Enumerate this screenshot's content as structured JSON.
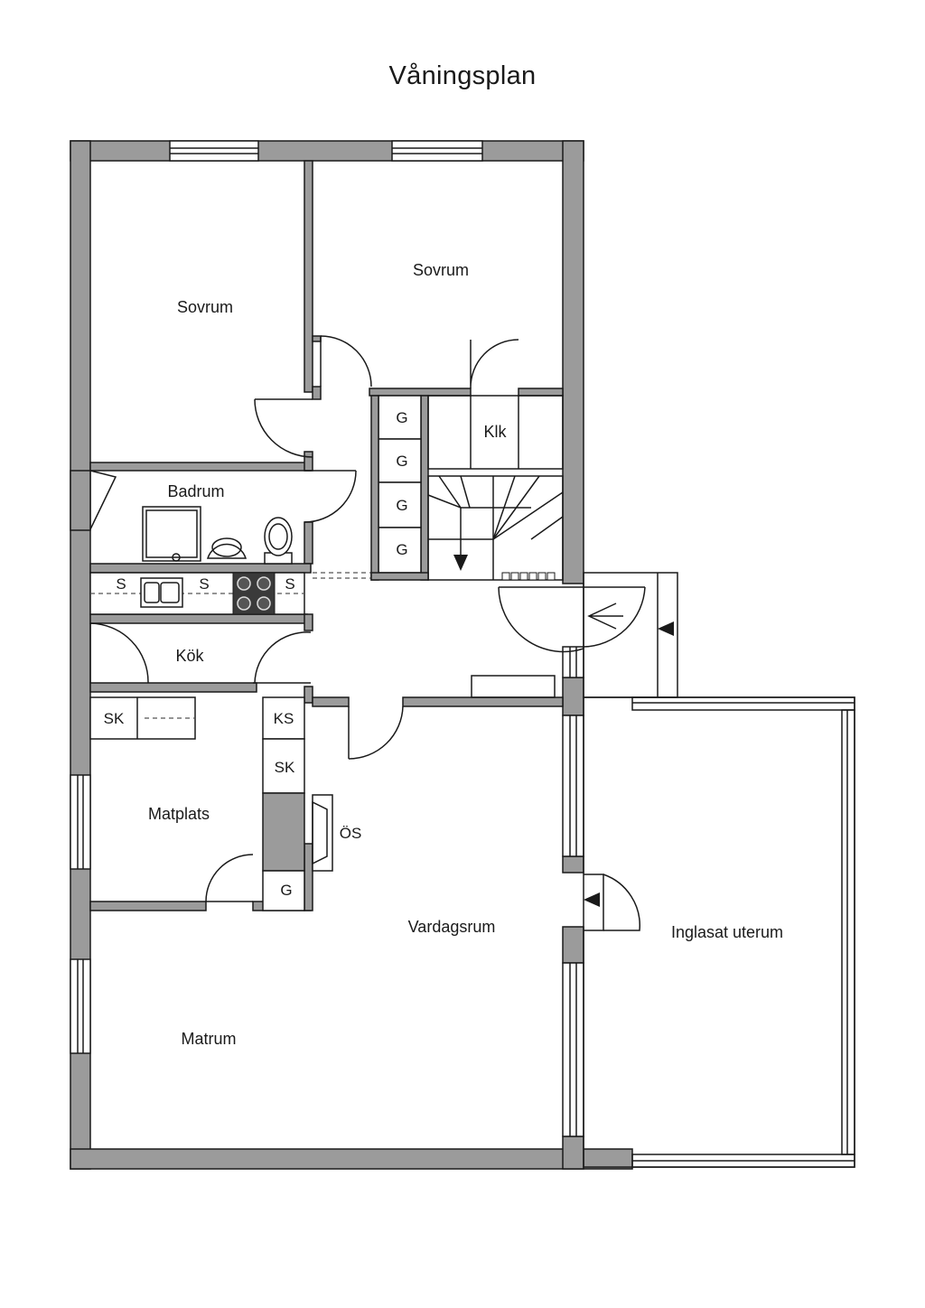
{
  "title": "Våningsplan",
  "rooms": {
    "sovrum_1": "Sovrum",
    "sovrum_2": "Sovrum",
    "klk": "Klk",
    "badrum": "Badrum",
    "kok": "Kök",
    "matplats": "Matplats",
    "matrum": "Matrum",
    "vardagsrum": "Vardagsrum",
    "uterum": "Inglasat uterum"
  },
  "fixtures": {
    "wardrobe": "G",
    "counter": "S",
    "cabinet": "SK",
    "fridge_freezer": "KS",
    "fireplace": "ÖS"
  }
}
